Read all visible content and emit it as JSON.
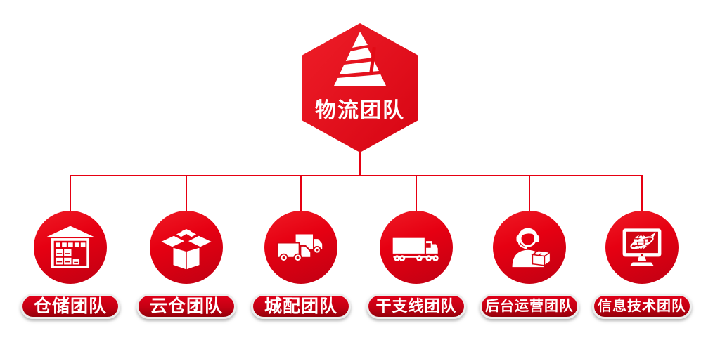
{
  "root": {
    "label": "物流团队",
    "icon": "pyramid-logo-icon"
  },
  "teams": [
    {
      "label": "仓储团队",
      "icon": "warehouse-icon"
    },
    {
      "label": "云仓团队",
      "icon": "open-box-icon"
    },
    {
      "label": "城配团队",
      "icon": "delivery-vans-icon"
    },
    {
      "label": "干支线团队",
      "icon": "line-haul-truck-icon"
    },
    {
      "label": "后台运营团队",
      "icon": "support-agent-icon"
    },
    {
      "label": "信息技术团队",
      "icon": "it-monitor-globe-icon"
    }
  ],
  "colors": {
    "primary_red": "#e60012",
    "dark_red": "#b00010",
    "connector_line": "#e60012",
    "background": "#ffffff",
    "label_text": "#ffffff"
  }
}
